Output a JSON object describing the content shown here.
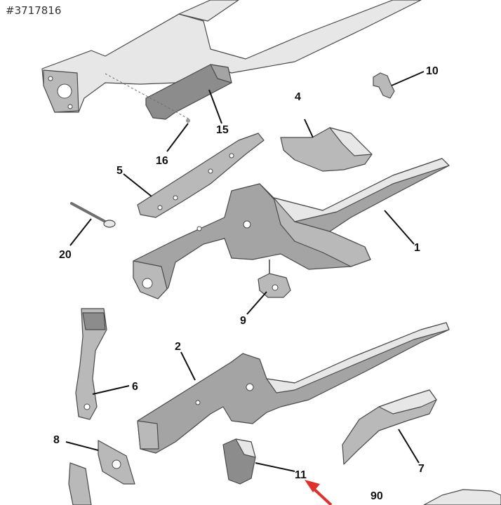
{
  "watermark": "#3717816",
  "accent_color": "#e0302a",
  "labels": {
    "p1": "1",
    "p2": "2",
    "p4": "4",
    "p5": "5",
    "p6": "6",
    "p7": "7",
    "p8": "8",
    "p9": "9",
    "p10": "10",
    "p11": "11",
    "p15": "15",
    "p16": "16",
    "p20": "20",
    "p90": "90"
  }
}
